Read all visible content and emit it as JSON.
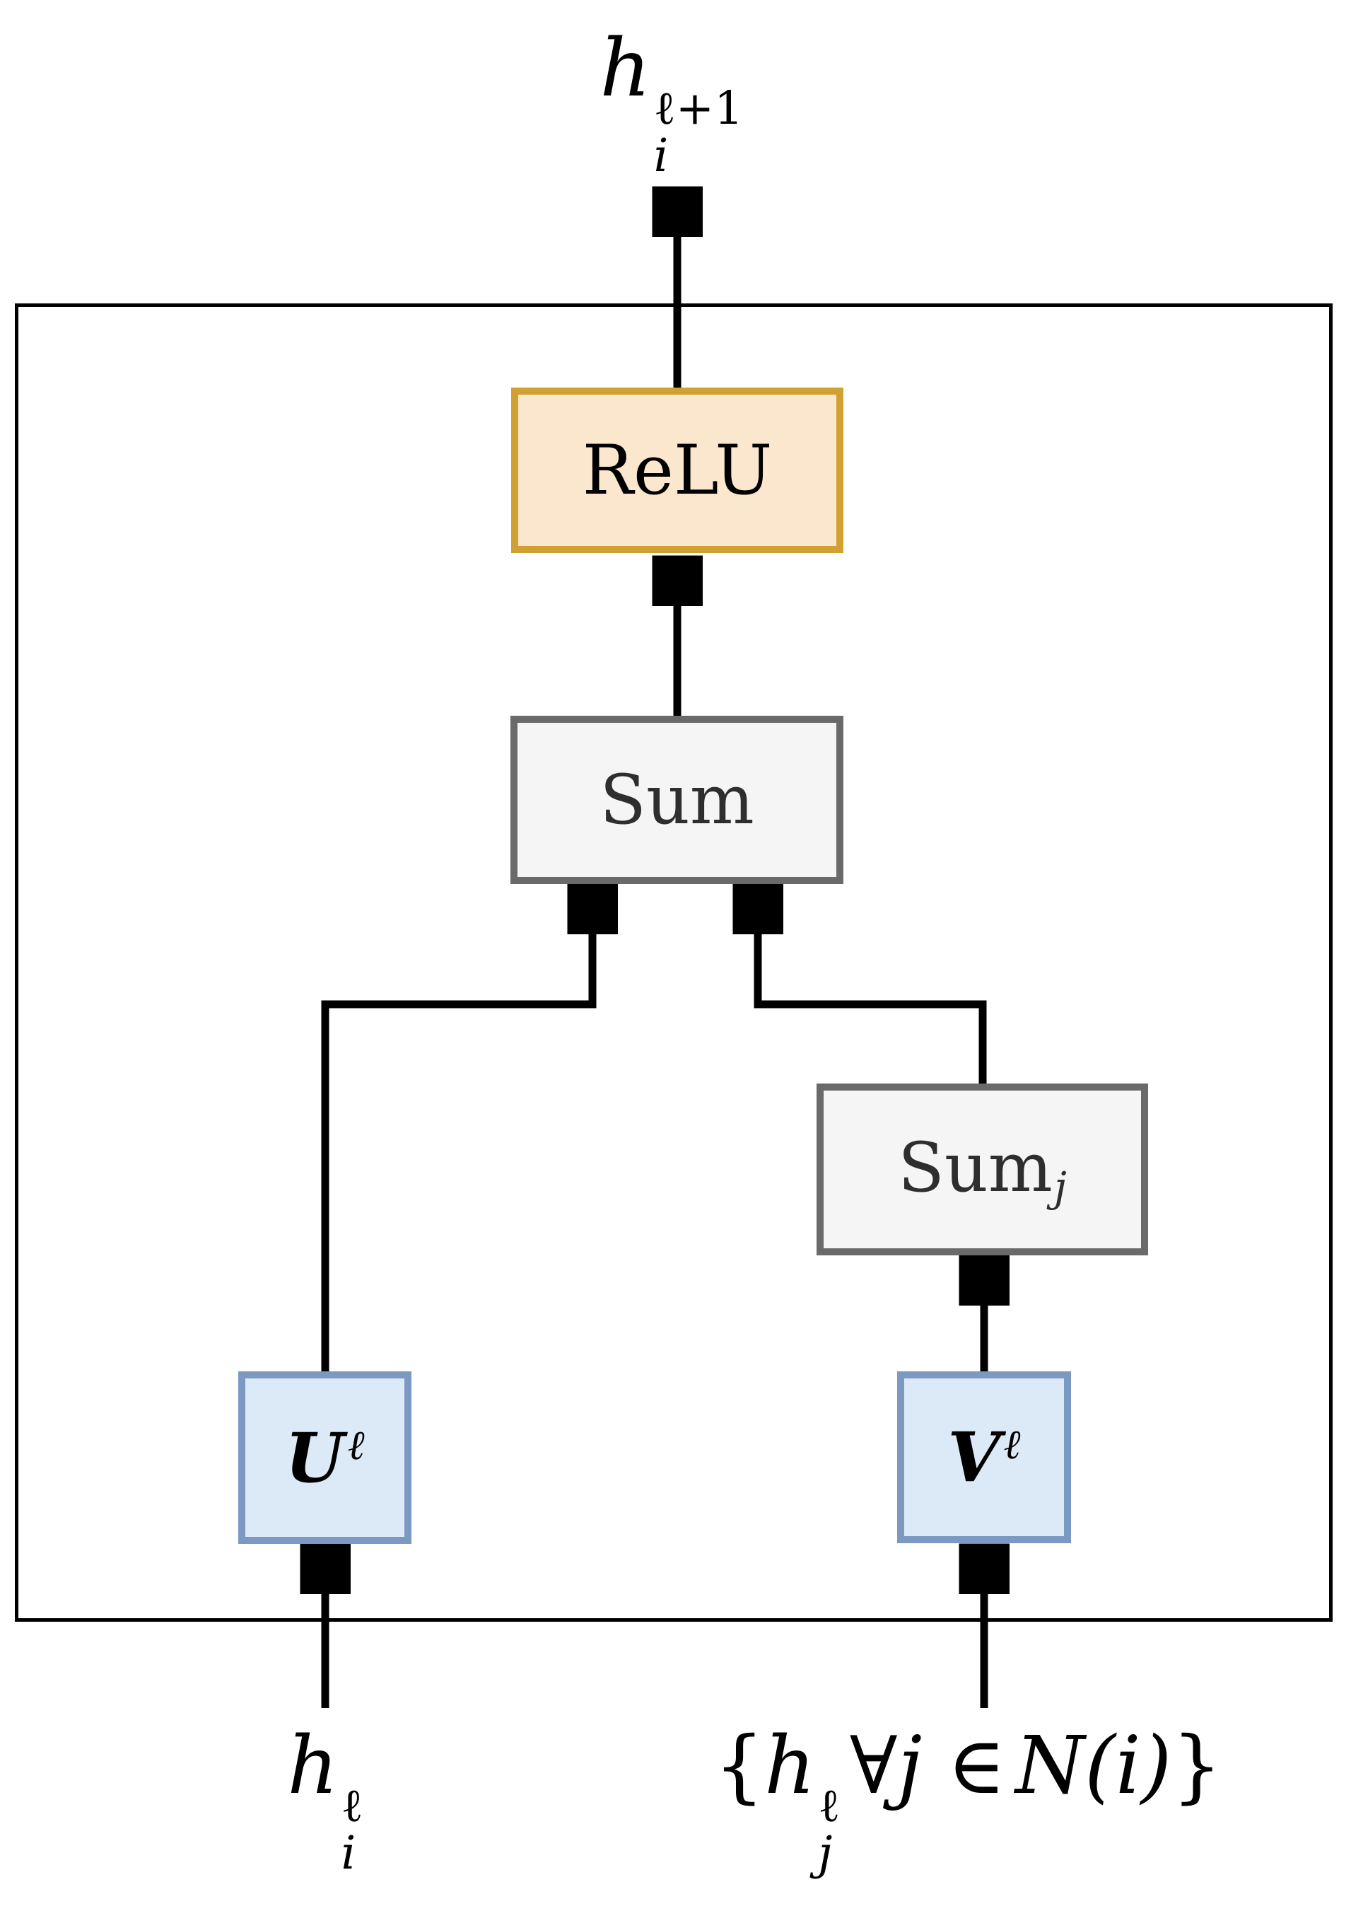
{
  "diagram": {
    "description": "GNN layer block diagram",
    "colors": {
      "edge": "#000000",
      "outer_border": "#000000",
      "relu_fill": "#fbe7cd",
      "relu_border": "#d1a033",
      "sum_fill": "#f5f5f5",
      "sum_border": "#6a6a6a",
      "uv_fill": "#dce9f7",
      "uv_border": "#7c99c4"
    },
    "nodes": {
      "relu": {
        "label": "ReLU",
        "fill": "#fbe7cd",
        "border": "#d1a033"
      },
      "sum": {
        "label": "Sum",
        "fill": "#f5f5f5",
        "border": "#6a6a6a"
      },
      "sum_j": {
        "label": "Sum",
        "subscript": "j",
        "fill": "#f5f5f5",
        "border": "#6a6a6a"
      },
      "u": {
        "label": "U",
        "sup": "ℓ",
        "fill": "#dce9f7",
        "border": "#7c99c4"
      },
      "v": {
        "label": "V",
        "sup": "ℓ",
        "fill": "#dce9f7",
        "border": "#7c99c4"
      }
    },
    "labels": {
      "output": {
        "base": "h",
        "sup": "ℓ+1",
        "sub": "i"
      },
      "input_left": {
        "base": "h",
        "sup": "ℓ",
        "sub": "i"
      },
      "input_right": {
        "open": "{",
        "base": "h",
        "sup": "ℓ",
        "sub": "j",
        "quantifier": "∀j ∈",
        "set": "N",
        "arg": "(i)",
        "close": "}"
      }
    }
  }
}
